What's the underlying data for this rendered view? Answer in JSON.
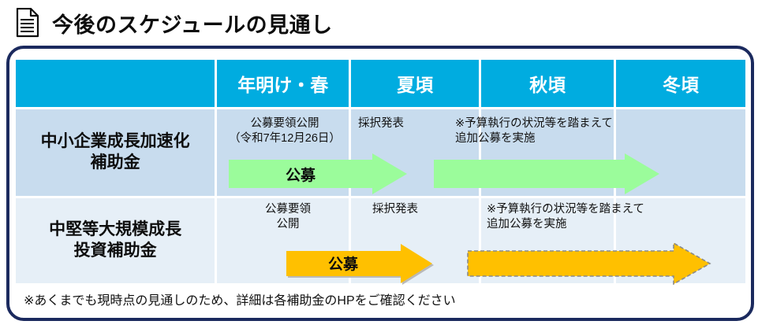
{
  "title": {
    "text": "今後のスケジュールの見通し",
    "icon": "document-icon"
  },
  "table": {
    "header": {
      "corner": "",
      "columns": [
        "年明け・春",
        "夏頃",
        "秋頃",
        "冬頃"
      ]
    },
    "rows": [
      {
        "label_line1": "中小企業成長加速化",
        "label_line2": "補助金",
        "koubo_youryou": "公募要領公開\n（令和7年12月26日）",
        "saitaku": "採択発表",
        "tsuika_note": "※予算執行の状況等を踏まえて\n追加公募を実施",
        "arrow1_label": "公募",
        "arrow_color": "#9BFC9B"
      },
      {
        "label_line1": "中堅等大規模成長",
        "label_line2": "投資補助金",
        "koubo_youryou": "公募要領\n公開",
        "saitaku": "採択発表",
        "tsuika_note": "※予算執行の状況等を踏まえて\n追加公募を実施",
        "arrow1_label": "公募",
        "arrow_color": "#FFC000"
      }
    ]
  },
  "footer": {
    "note": "※あくまでも現時点の見通しのため、詳細は各補助金のHPをご確認ください"
  },
  "colors": {
    "header_bg": "#00ace0",
    "frame_border": "#1b2a5e",
    "row1_bg": "#c8dcee",
    "row2_bg": "#e6eff7",
    "green_arrow": "#9BFC9B",
    "orange_arrow": "#FFC000"
  }
}
